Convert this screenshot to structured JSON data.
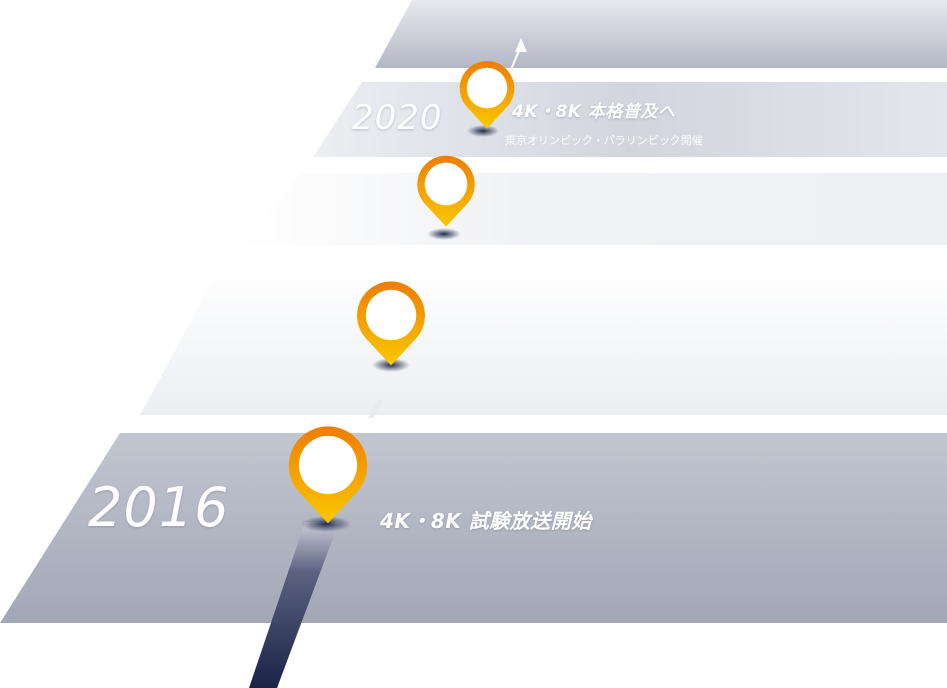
{
  "timeline": [
    {
      "year": "2020",
      "event": "4K・8K 本格普及へ",
      "sub": "東京オリンピック・パラリンピック開催"
    },
    {
      "year": "",
      "event": "",
      "sub": ""
    },
    {
      "year": "",
      "event": "",
      "sub": ""
    },
    {
      "year": "2016",
      "event": "4K・8K 試験放送開始",
      "sub": ""
    }
  ],
  "colors": {
    "band_dark": "#a5aab9",
    "band_light": "#e9ebef",
    "marker_orange": "#f08a00",
    "marker_yellow": "#f9c300",
    "line_dark": "#1c2547"
  },
  "icons": [
    "map-pin-icon",
    "arrow-up-icon"
  ]
}
